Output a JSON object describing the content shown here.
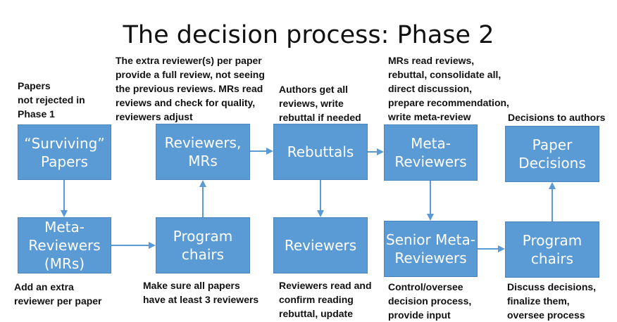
{
  "title": "The decision process: Phase 2",
  "colors": {
    "node_fill": "#5b9bd5",
    "node_text": "#ffffff",
    "arrow": "#5b9bd5"
  },
  "nodes": {
    "surviving_papers": "“Surviving”\nPapers",
    "reviewers_mrs": "Reviewers,\nMRs",
    "rebuttals": "Rebuttals",
    "meta_reviewers_top": "Meta-\nReviewers",
    "paper_decisions": "Paper\nDecisions",
    "meta_reviewers_mrs": "Meta-\nReviewers\n(MRs)",
    "program_chairs_left": "Program\nchairs",
    "reviewers": "Reviewers",
    "senior_meta_reviewers": "Senior Meta-\nReviewers",
    "program_chairs_right": "Program\nchairs"
  },
  "notes": {
    "papers_not_rejected": "Papers\nnot rejected in\nPhase 1",
    "extra_reviewer": "The extra reviewer(s) per paper\nprovide a full review, not seeing\nthe previous reviews. MRs read\nreviews and check for quality,\nreviewers adjust",
    "authors_rebuttal": "Authors get all\nreviews, write\nrebuttal if needed",
    "mrs_read_reviews": "MRs read reviews,\nrebuttal, consolidate all,\ndirect discussion,\nprepare recommendation,\nwrite meta-review",
    "decisions_to_authors": "Decisions to authors",
    "add_extra_reviewer": "Add an extra\nreviewer per paper",
    "make_sure_papers": "Make sure all papers\nhave at least 3 reviewers",
    "reviewers_read": "Reviewers read and\nconfirm reading\nrebuttal, update",
    "control_oversee": "Control/oversee\ndecision process,\nprovide input",
    "discuss_decisions": "Discuss decisions,\nfinalize them,\noversee process"
  }
}
